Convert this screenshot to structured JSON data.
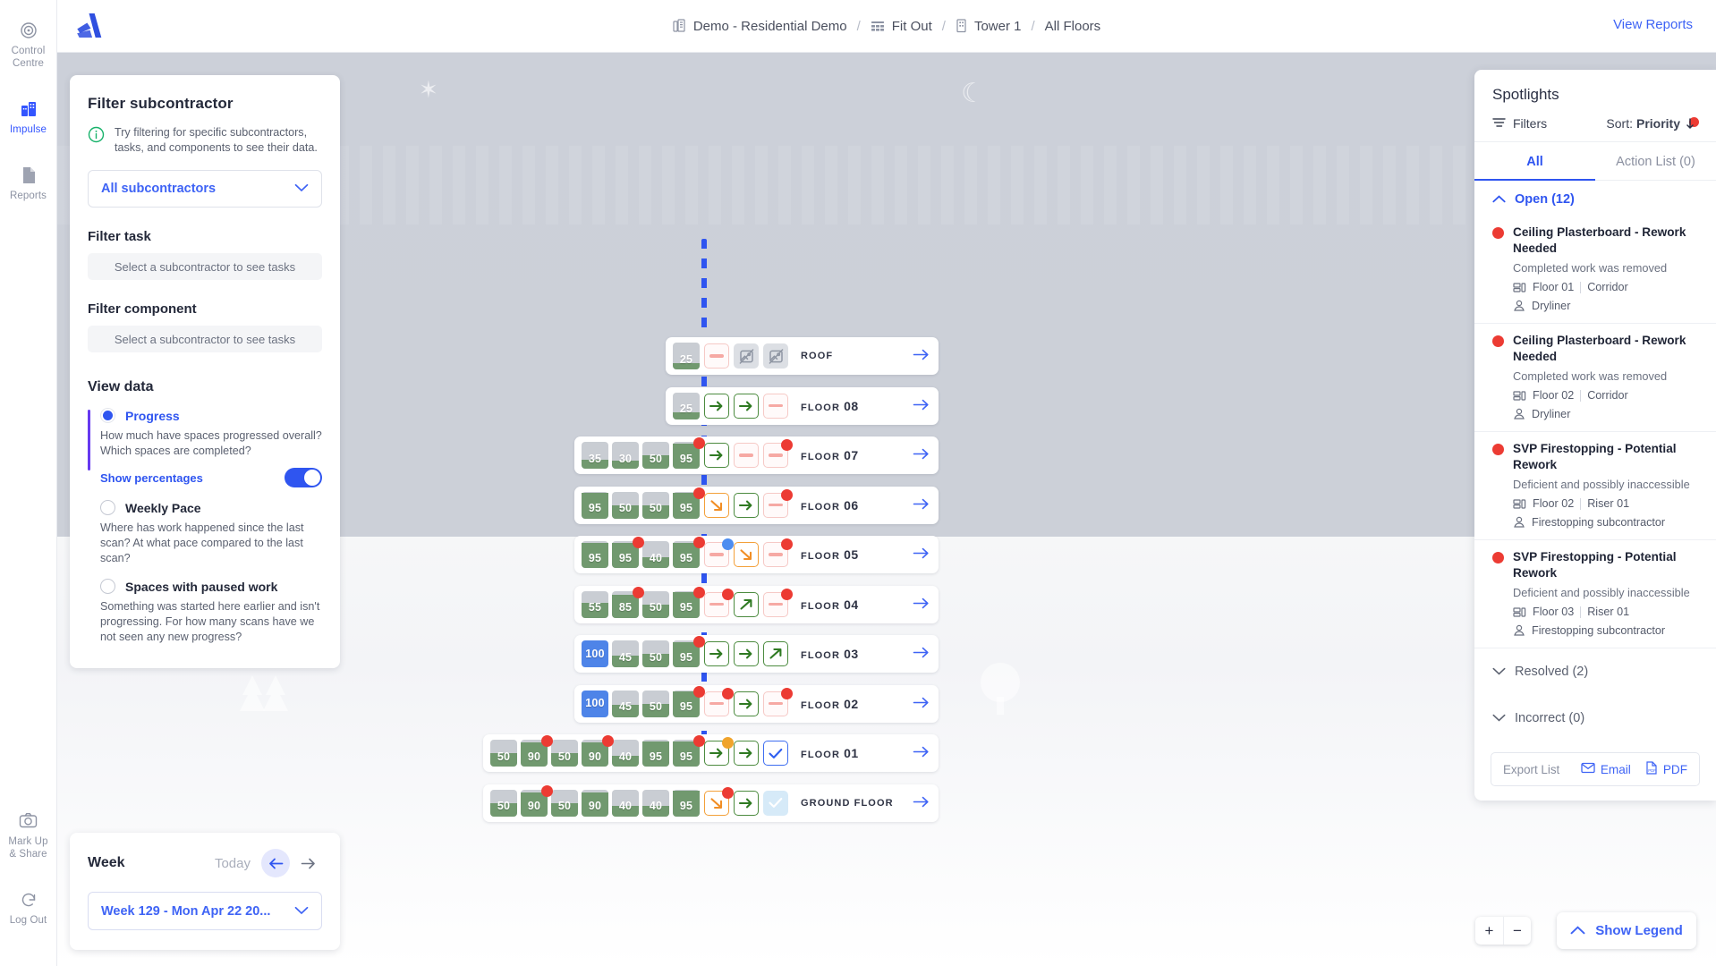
{
  "rail": {
    "items": [
      {
        "label": "Control\nCentre",
        "icon": "target-icon",
        "active": false
      },
      {
        "label": "Impulse",
        "icon": "building-icon",
        "active": true
      },
      {
        "label": "Reports",
        "icon": "document-icon",
        "active": false
      }
    ],
    "bottom": [
      {
        "label": "Mark Up\n& Share",
        "icon": "camera-icon"
      },
      {
        "label": "Log Out",
        "icon": "logout-icon"
      }
    ]
  },
  "header": {
    "breadcrumbs": [
      {
        "label": "Demo - Residential Demo",
        "icon": "project-icon"
      },
      {
        "label": "Fit Out",
        "icon": "grid-icon"
      },
      {
        "label": "Tower 1",
        "icon": "tower-icon"
      },
      {
        "label": "All Floors",
        "icon": ""
      }
    ],
    "separator": "/",
    "view_reports": "View Reports"
  },
  "filter_panel": {
    "title": "Filter subcontractor",
    "hint": "Try filtering for specific subcontractors, tasks, and components to see their data.",
    "subcontractor_select": "All subcontractors",
    "task_title": "Filter task",
    "task_placeholder": "Select a subcontractor to see tasks",
    "component_title": "Filter component",
    "component_placeholder": "Select a subcontractor to see tasks",
    "view_data_title": "View data",
    "options": [
      {
        "label": "Progress",
        "desc": "How much have spaces progressed overall? Which spaces are completed?",
        "selected": true,
        "toggle_label": "Show percentages",
        "toggle_on": true
      },
      {
        "label": "Weekly Pace",
        "desc": "Where has work happened since the last scan? At what pace compared to the last scan?",
        "selected": false
      },
      {
        "label": "Spaces with paused work",
        "desc": "Something was started here earlier and isn't progressing. For how many scans have we not seen any new progress?",
        "selected": false
      }
    ]
  },
  "week_panel": {
    "title": "Week",
    "today_label": "Today",
    "prev_icon": "arrow-left-icon",
    "next_icon": "arrow-right-icon",
    "selected_week": "Week 129 - Mon Apr 22 20..."
  },
  "spotlights": {
    "title": "Spotlights",
    "filters_label": "Filters",
    "sort_prefix": "Sort:",
    "sort_value": "Priority",
    "tabs": [
      {
        "label": "All",
        "active": true
      },
      {
        "label": "Action List (0)",
        "active": false
      }
    ],
    "groups": [
      {
        "label": "Open (12)",
        "expanded": true
      },
      {
        "label": "Resolved (2)",
        "expanded": false
      },
      {
        "label": "Incorrect (0)",
        "expanded": false
      }
    ],
    "items": [
      {
        "severity": "#ec3b33",
        "title": "Ceiling Plasterboard - Rework Needed",
        "subtitle": "Completed work was removed",
        "location": "Floor 01",
        "space": "Corridor",
        "trade": "Dryliner"
      },
      {
        "severity": "#ec3b33",
        "title": "Ceiling Plasterboard - Rework Needed",
        "subtitle": "Completed work was removed",
        "location": "Floor 02",
        "space": "Corridor",
        "trade": "Dryliner"
      },
      {
        "severity": "#ec3b33",
        "title": "SVP Firestopping - Potential Rework",
        "subtitle": "Deficient and possibly inaccessible",
        "location": "Floor 02",
        "space": "Riser 01",
        "trade": "Firestopping subcontractor"
      },
      {
        "severity": "#ec3b33",
        "title": "SVP Firestopping - Potential Rework",
        "subtitle": "Deficient and possibly inaccessible",
        "location": "Floor 03",
        "space": "Riser 01",
        "trade": "Firestopping subcontractor"
      }
    ],
    "export": {
      "label": "Export List",
      "email": "Email",
      "pdf": "PDF"
    }
  },
  "canvas_controls": {
    "zoom_in": "+",
    "zoom_out": "−",
    "legend_label": "Show Legend"
  },
  "chart_data": {
    "type": "table",
    "title": "Floor progress stack",
    "value_unit": "%",
    "colors": {
      "progress_fill": "#71996f",
      "progress_track": "#c9cdd3",
      "complete": "#4e84e8",
      "flag_red": "#ec3b33",
      "flag_amber": "#f0a42c",
      "flag_blue": "#4d8df0",
      "icon_green": "#4c8b3f",
      "icon_pink": "#f6c9c6",
      "icon_orange": "#f3a03a",
      "plumb_line": "#2f55f0"
    },
    "rows": [
      {
        "label_prefix": "",
        "label": "ROOF",
        "label_num": "",
        "cells": [
          {
            "value": 25,
            "flag": null
          }
        ],
        "icons": [
          {
            "type": "dash",
            "style": "pink",
            "flag": null
          },
          {
            "type": "no-image",
            "style": "gray",
            "flag": null
          },
          {
            "type": "no-image",
            "style": "gray",
            "flag": null
          }
        ]
      },
      {
        "label_prefix": "FLOOR",
        "label": "FLOOR 08",
        "label_num": "08",
        "cells": [
          {
            "value": 25,
            "flag": null
          }
        ],
        "icons": [
          {
            "type": "arrow-right",
            "style": "green",
            "flag": null
          },
          {
            "type": "arrow-right",
            "style": "green",
            "flag": null
          },
          {
            "type": "dash",
            "style": "pink",
            "flag": null
          }
        ]
      },
      {
        "label_prefix": "FLOOR",
        "label": "FLOOR 07",
        "label_num": "07",
        "cells": [
          {
            "value": 35,
            "flag": null
          },
          {
            "value": 30,
            "flag": null
          },
          {
            "value": 50,
            "flag": null
          },
          {
            "value": 95,
            "flag": "red"
          }
        ],
        "icons": [
          {
            "type": "arrow-right",
            "style": "green",
            "flag": null
          },
          {
            "type": "dash",
            "style": "pink",
            "flag": null
          },
          {
            "type": "dash",
            "style": "pink",
            "flag": "red"
          }
        ]
      },
      {
        "label_prefix": "FLOOR",
        "label": "FLOOR 06",
        "label_num": "06",
        "cells": [
          {
            "value": 95,
            "flag": null
          },
          {
            "value": 50,
            "flag": null
          },
          {
            "value": 50,
            "flag": null
          },
          {
            "value": 95,
            "flag": "red"
          }
        ],
        "icons": [
          {
            "type": "arrow-down-right",
            "style": "orange",
            "flag": null
          },
          {
            "type": "arrow-right",
            "style": "green",
            "flag": null
          },
          {
            "type": "dash",
            "style": "pink",
            "flag": "red"
          }
        ]
      },
      {
        "label_prefix": "FLOOR",
        "label": "FLOOR 05",
        "label_num": "05",
        "cells": [
          {
            "value": 95,
            "flag": null
          },
          {
            "value": 95,
            "flag": "red"
          },
          {
            "value": 40,
            "flag": null
          },
          {
            "value": 95,
            "flag": "red"
          }
        ],
        "icons": [
          {
            "type": "dash",
            "style": "pink",
            "flag": "blue"
          },
          {
            "type": "arrow-down-right",
            "style": "orange",
            "flag": null
          },
          {
            "type": "dash",
            "style": "pink",
            "flag": "red"
          }
        ]
      },
      {
        "label_prefix": "FLOOR",
        "label": "FLOOR 04",
        "label_num": "04",
        "cells": [
          {
            "value": 55,
            "flag": null
          },
          {
            "value": 85,
            "flag": "red"
          },
          {
            "value": 50,
            "flag": null
          },
          {
            "value": 95,
            "flag": "red"
          }
        ],
        "icons": [
          {
            "type": "dash",
            "style": "pink",
            "flag": "red"
          },
          {
            "type": "arrow-up-right",
            "style": "green",
            "flag": null
          },
          {
            "type": "dash",
            "style": "pink",
            "flag": "red"
          }
        ]
      },
      {
        "label_prefix": "FLOOR",
        "label": "FLOOR 03",
        "label_num": "03",
        "cells": [
          {
            "value": 100,
            "flag": null
          },
          {
            "value": 45,
            "flag": null
          },
          {
            "value": 50,
            "flag": null
          },
          {
            "value": 95,
            "flag": "red"
          }
        ],
        "icons": [
          {
            "type": "arrow-right",
            "style": "green",
            "flag": null
          },
          {
            "type": "arrow-right",
            "style": "green",
            "flag": null
          },
          {
            "type": "arrow-up-right",
            "style": "green",
            "flag": null
          }
        ]
      },
      {
        "label_prefix": "FLOOR",
        "label": "FLOOR 02",
        "label_num": "02",
        "cells": [
          {
            "value": 100,
            "flag": null
          },
          {
            "value": 45,
            "flag": null
          },
          {
            "value": 50,
            "flag": null
          },
          {
            "value": 95,
            "flag": "red"
          }
        ],
        "icons": [
          {
            "type": "dash",
            "style": "pink",
            "flag": "red"
          },
          {
            "type": "arrow-right",
            "style": "green",
            "flag": null
          },
          {
            "type": "dash",
            "style": "pink",
            "flag": "red"
          }
        ]
      },
      {
        "label_prefix": "FLOOR",
        "label": "FLOOR 01",
        "label_num": "01",
        "cells": [
          {
            "value": 50,
            "flag": null
          },
          {
            "value": 90,
            "flag": "red"
          },
          {
            "value": 50,
            "flag": null
          },
          {
            "value": 90,
            "flag": "red"
          },
          {
            "value": 40,
            "flag": null
          },
          {
            "value": 95,
            "flag": null
          },
          {
            "value": 95,
            "flag": "red"
          }
        ],
        "icons": [
          {
            "type": "arrow-right",
            "style": "green",
            "flag": "amber"
          },
          {
            "type": "arrow-right",
            "style": "green",
            "flag": null
          },
          {
            "type": "check",
            "style": "blue",
            "flag": null
          }
        ]
      },
      {
        "label_prefix": "",
        "label": "GROUND FLOOR",
        "label_num": "",
        "cells": [
          {
            "value": 50,
            "flag": null
          },
          {
            "value": 90,
            "flag": "red"
          },
          {
            "value": 50,
            "flag": null
          },
          {
            "value": 90,
            "flag": null
          },
          {
            "value": 40,
            "flag": null
          },
          {
            "value": 40,
            "flag": null
          },
          {
            "value": 95,
            "flag": null
          }
        ],
        "icons": [
          {
            "type": "arrow-down-right",
            "style": "orange",
            "flag": "red"
          },
          {
            "type": "arrow-right",
            "style": "green",
            "flag": null
          },
          {
            "type": "check",
            "style": "lightblue",
            "flag": null
          }
        ]
      }
    ]
  }
}
